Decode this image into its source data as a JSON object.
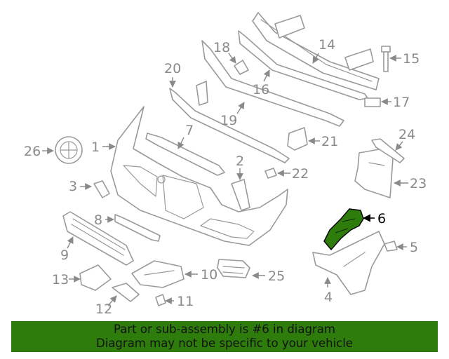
{
  "diagram": {
    "callouts": [
      "1",
      "2",
      "3",
      "4",
      "5",
      "6",
      "7",
      "8",
      "9",
      "10",
      "11",
      "12",
      "13",
      "14",
      "15",
      "16",
      "17",
      "18",
      "19",
      "20",
      "21",
      "22",
      "23",
      "24",
      "25",
      "26"
    ],
    "highlighted_part": "6",
    "highlight_color": "#2e7d0c"
  },
  "banner": {
    "line1": "Part or sub-assembly is #6 in diagram",
    "line2": "Diagram may not be specific to your vehicle",
    "background_color": "#2e7d0c"
  }
}
